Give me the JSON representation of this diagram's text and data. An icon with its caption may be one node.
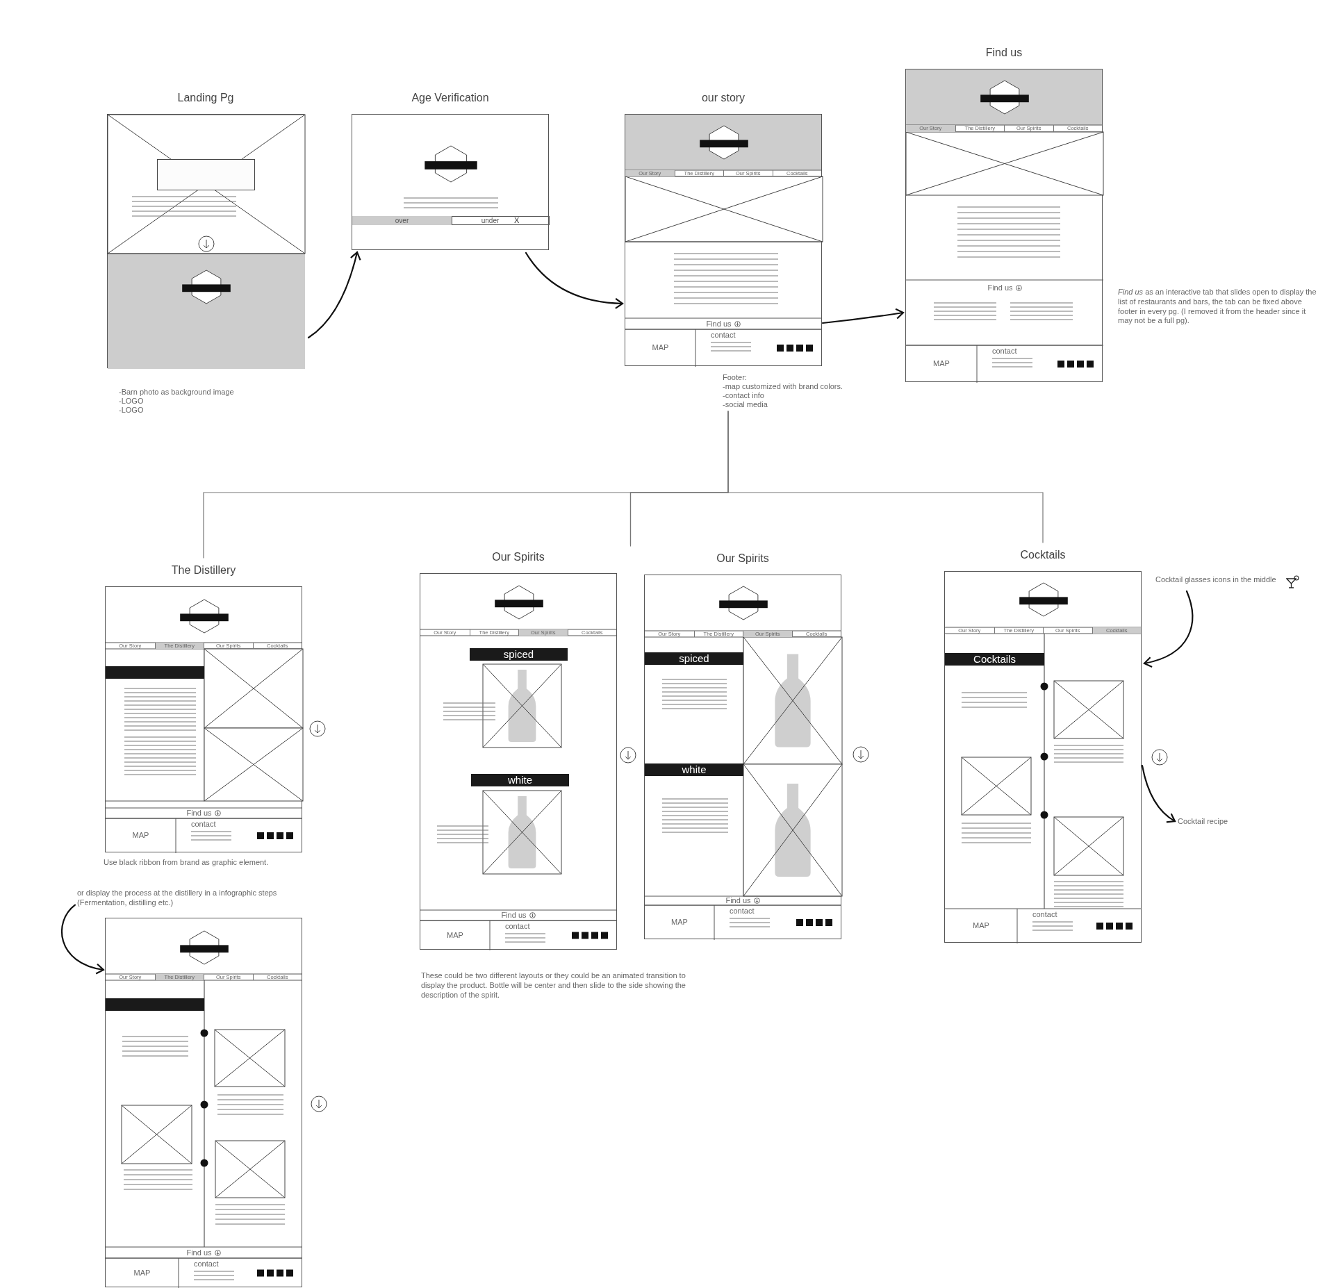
{
  "diagram": {
    "nodes": [
      {
        "text": [
          "Landing Pg"
        ]
      },
      {
        "text": [
          "Age Verification",
          "over",
          "under",
          "X"
        ]
      },
      {
        "text": [
          "our story",
          "Our Story",
          "The Distillery",
          "Our Spirits",
          "Cocktails",
          "Find us",
          "MAP",
          "contact"
        ]
      },
      {
        "text": [
          "Find us",
          "Our Story",
          "The Distillery",
          "Our Spirits",
          "Cocktails",
          "Find us",
          "MAP",
          "contact"
        ]
      },
      {
        "text": [
          "Footer:",
          "-map customized with brand colors.",
          "-contact info",
          "-social media"
        ]
      },
      {
        "text": [
          "The Distillery",
          "Our Story",
          "The Distillery",
          "Our Spirits",
          "Cocktails",
          "Find us",
          "MAP",
          "contact"
        ]
      },
      {
        "text": [
          "Our Spirits",
          "Our Story",
          "The Distillery",
          "Our Spirits",
          "Cocktails",
          "spiced",
          "white",
          "Find us",
          "MAP",
          "contact"
        ]
      },
      {
        "text": [
          "Our Spirits",
          "Our Story",
          "The Distillery",
          "Our Spirits",
          "Cocktails",
          "spiced",
          "white",
          "Find us",
          "MAP",
          "contact"
        ]
      },
      {
        "text": [
          "Cocktails",
          "Our Story",
          "The Distillery",
          "Our Spirits",
          "Cocktails",
          "Cocktails",
          "MAP",
          "contact"
        ]
      },
      {
        "text": [
          "Cocktail glasses icons in the middle"
        ]
      },
      {
        "text": [
          "Cocktail recipe"
        ]
      },
      {
        "text": [
          "or display the process at the distillery in a infographic steps (Fermentation, distilling etc.)"
        ]
      },
      {
        "text": [
          "Our Story",
          "The Distillery",
          "Our Spirits",
          "Cocktails",
          "Find us",
          "MAP",
          "contact"
        ]
      },
      {
        "text": [],
        "shape": "box",
        "in": 0
      },
      {
        "text": [],
        "shape": "bar",
        "in": 5
      },
      {
        "text": [],
        "shape": "bar",
        "in": 12
      }
    ],
    "edges": [
      {
        "from": 0,
        "to": 1,
        "arrow": "to"
      },
      {
        "from": 1,
        "to": 2,
        "arrow": "to"
      },
      {
        "from": 2,
        "to": 3,
        "arrow": "to"
      },
      {
        "from": 4,
        "to": 5,
        "arrow": "none",
        "color": "#777777"
      },
      {
        "from": 4,
        "to": 6,
        "arrow": "none",
        "color": "#777777"
      },
      {
        "from": 4,
        "to": 7,
        "arrow": "none",
        "color": "#777777"
      },
      {
        "from": 4,
        "to": 8,
        "arrow": "none",
        "color": "#777777"
      },
      {
        "from": 9,
        "to": 8,
        "arrow": "to"
      },
      {
        "from": 8,
        "to": 10,
        "arrow": "to"
      },
      {
        "from": 11,
        "to": 12,
        "arrow": "to"
      }
    ],
    "labels": [
      "*Find us* as an interactive tab that slides open to display the list of restaurants and bars, the tab can be fixed above footer in every pg. (I removed it from the header since it may not be a full pg).",
      "-Barn photo as background image",
      "-LOGO",
      "-LOGO",
      "Use black ribbon from brand as graphic element.",
      "These could be two different layouts or they could be an animated transition to display the product. Bottle will be center and then slide to the side showing the description of the spirit."
    ]
  }
}
